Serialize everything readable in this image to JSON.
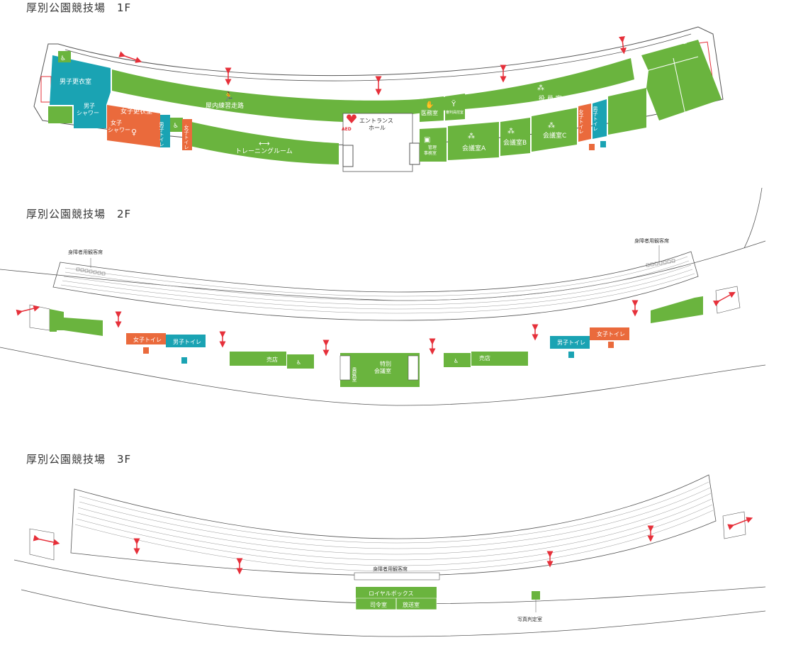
{
  "colors": {
    "green": "#6ab43e",
    "teal": "#1aa3b3",
    "orange": "#ea6a3c",
    "arrow_red": "#e6303a",
    "line": "#555555",
    "hall_fill": "#ffffff",
    "outline_bg": "#ffffff"
  },
  "icons": [
    "wheelchair-icon",
    "runner-icon",
    "dumbbell-icon",
    "aed-heart-icon",
    "first-aid-hand-icon",
    "referee-icon",
    "meeting-icon",
    "officers-icon",
    "toilet-male-icon",
    "toilet-female-icon",
    "elevator-arrow-icon",
    "stair-icon",
    "office-desk-icon",
    "changing-icon"
  ],
  "floors": {
    "f1": {
      "title": "厚別公園競技場　1F",
      "rooms": {
        "mens_locker": "男子更衣室",
        "mens_shower": "男子\nシャワー",
        "womens_locker": "女子更衣室",
        "womens_shower": "女子\nシャワー",
        "mens_toilet_left": "男子トイレ",
        "womens_toilet_left": "女子トイレ",
        "indoor_track": "屋内練習走路",
        "training_room": "トレーニングルーム",
        "entrance_hall": "エントランス\nホール",
        "aed": "AED",
        "medical_room": "医務室",
        "referee_room": "審判員控室",
        "officers_room": "役 員 室",
        "management_office": "管理\n事務室",
        "meeting_a": "会議室A",
        "meeting_b": "会議室B",
        "meeting_c": "会議室C",
        "womens_toilet_right": "女子トイレ",
        "mens_toilet_right": "男子トイレ"
      }
    },
    "f2": {
      "title": "厚別公園競技場　2F",
      "labels": {
        "accessible_seats_left": "身障者用観客席",
        "accessible_seats_right": "身障者用観客席",
        "womens_toilet_left": "女子トイレ",
        "mens_toilet_left": "男子トイレ",
        "shop_left": "売店",
        "vip_room": "貴賓室",
        "special_meeting": "特別\n会議室",
        "shop_right": "売店",
        "mens_toilet_right": "男子トイレ",
        "womens_toilet_right": "女子トイレ"
      }
    },
    "f3": {
      "title": "厚別公園競技場　3F",
      "labels": {
        "accessible_seats": "身障者用観客席",
        "royal_box": "ロイヤルボックス",
        "command_room": "司令室",
        "broadcast_room": "放送室",
        "photo_judge_room": "写真判定室"
      }
    }
  }
}
